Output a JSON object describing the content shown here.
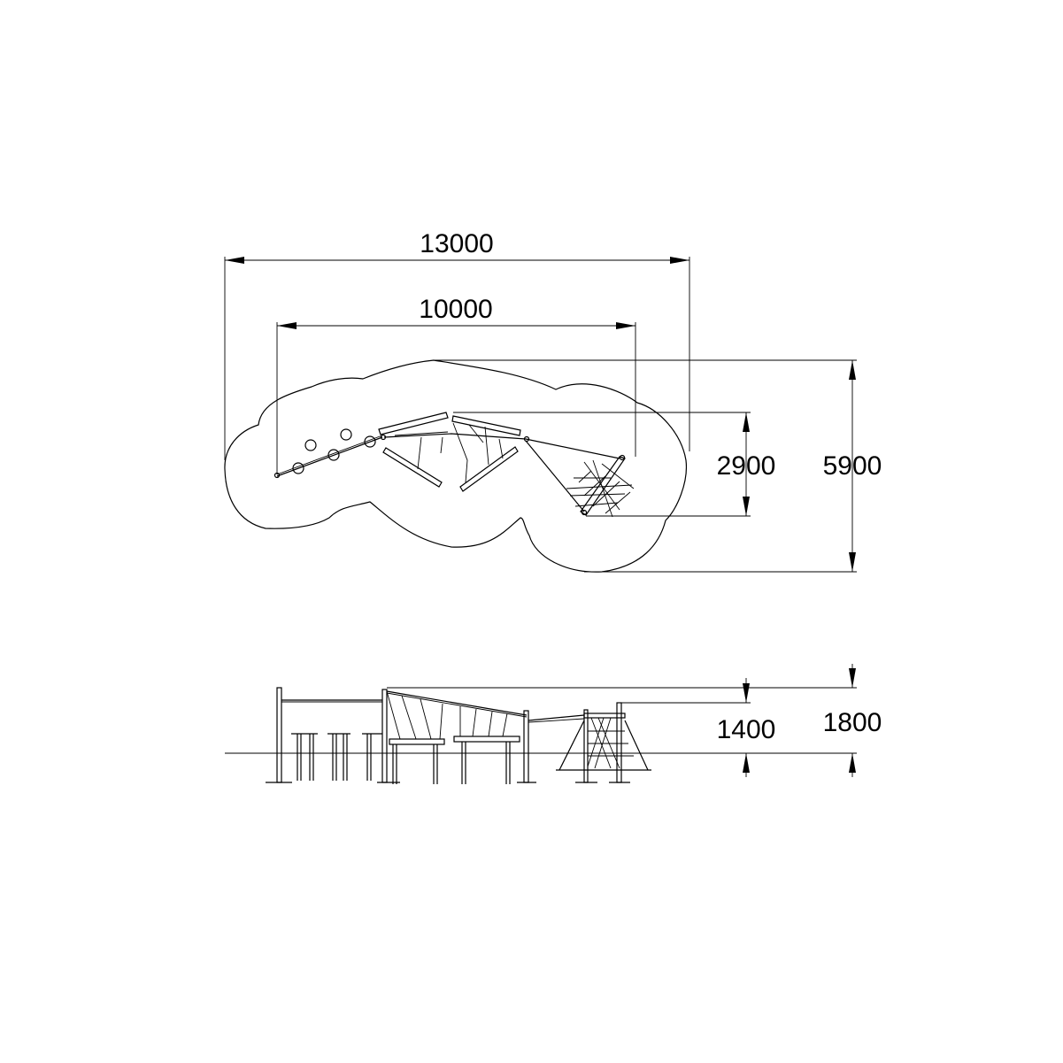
{
  "plan_view": {
    "dimensions": {
      "overall_length": "13000",
      "equipment_length": "10000",
      "equipment_width": "2900",
      "overall_width": "5900"
    }
  },
  "side_view": {
    "dimensions": {
      "platform_height": "1400",
      "max_height": "1800"
    }
  }
}
